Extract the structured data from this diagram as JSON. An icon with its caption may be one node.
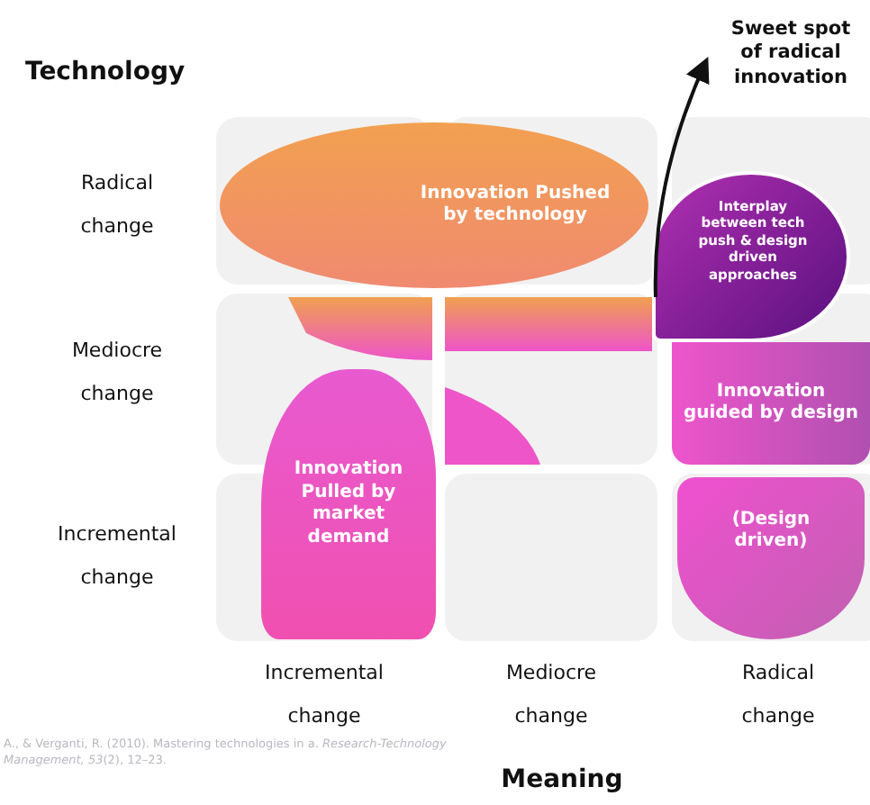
{
  "diagram": {
    "nodes": [
      {
        "text": [
          "Sweet spot of radical innovation"
        ]
      },
      {
        "text": [
          "Innovation Pushed by technology"
        ]
      },
      {
        "text": [
          "Interplay between tech push & design driven approaches"
        ]
      },
      {
        "text": [
          "Innovation guided by design"
        ]
      },
      {
        "text": [
          "Innovation Pulled by market demand"
        ]
      },
      {
        "text": [
          "(Design driven)"
        ]
      }
    ],
    "edges": [
      {
        "from": 2,
        "to": 0,
        "arrow": "to"
      }
    ],
    "labels": [
      "Technology",
      "Radical change",
      "Mediocre change",
      "Incremental change",
      "Incremental change",
      "Mediocre change",
      "Radical change",
      "A., & Verganti, R. (2010). Mastering technologies in a. *Research-Technology Management, 53*(2), 12–23.",
      "Meaning"
    ]
  }
}
